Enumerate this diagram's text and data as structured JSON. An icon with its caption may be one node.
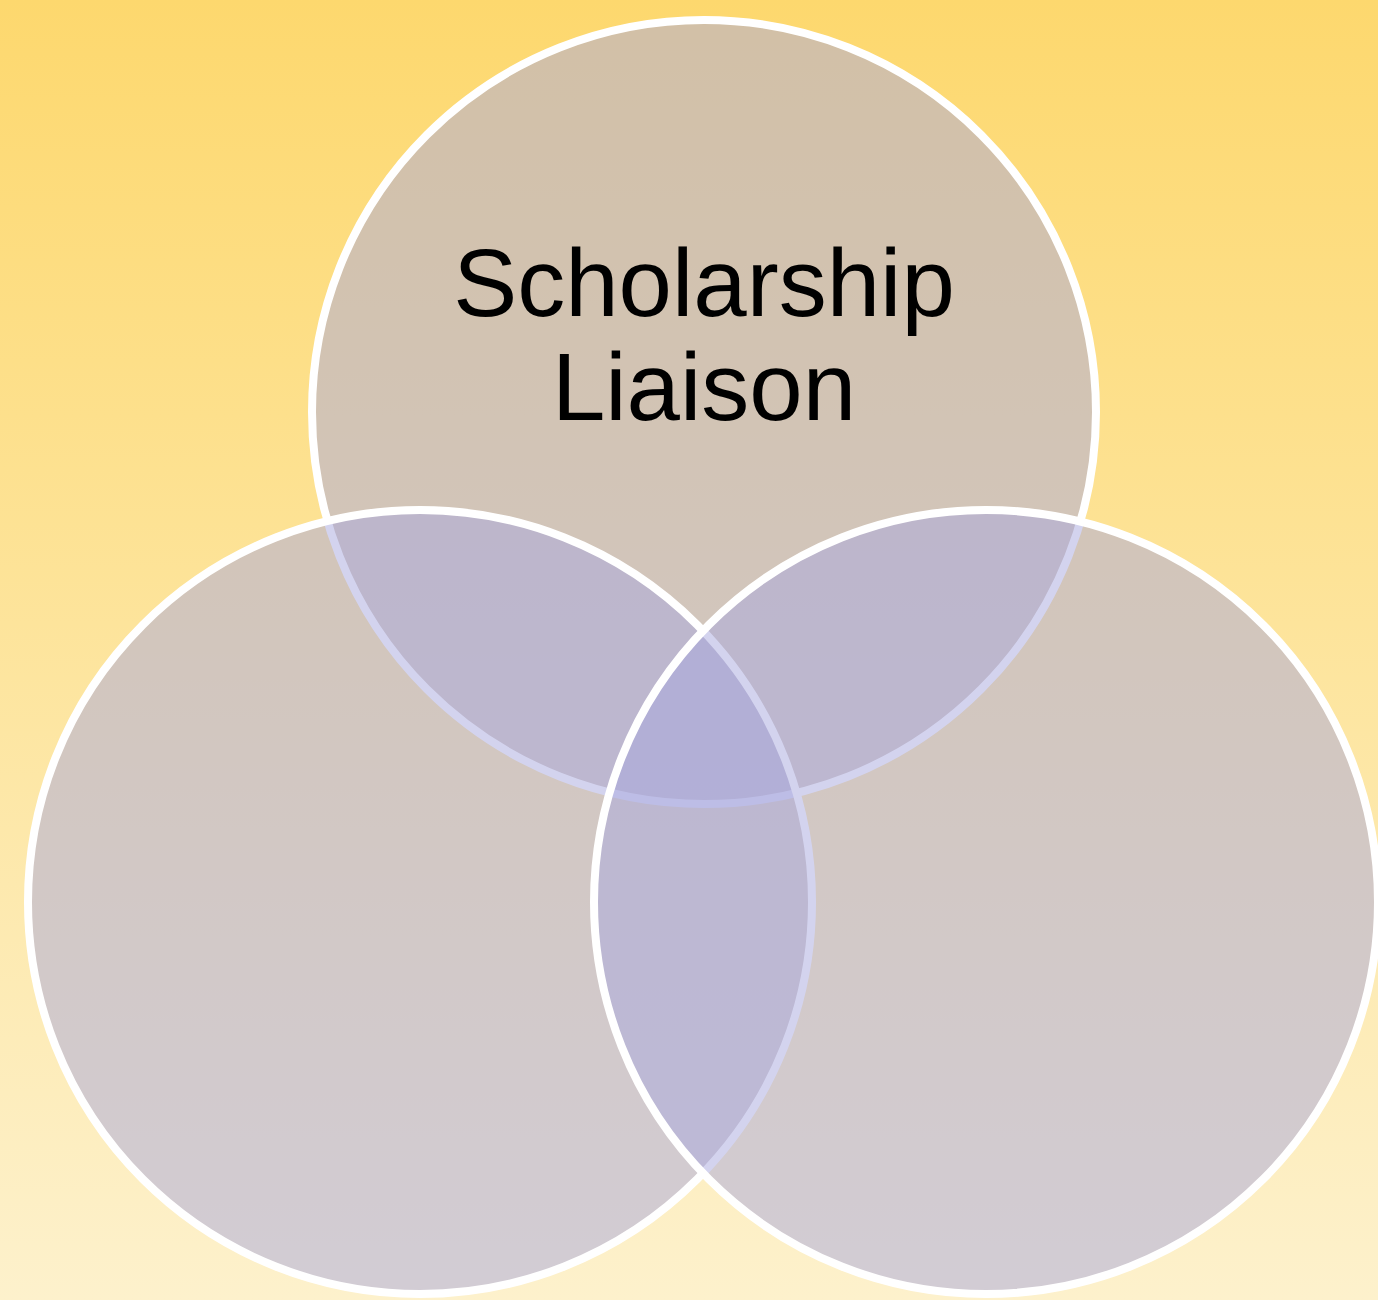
{
  "diagram": {
    "nodes": [
      {
        "text": [
          "Scholarship Liaison"
        ]
      },
      {
        "text": [],
        "shape": "circle"
      },
      {
        "text": [],
        "shape": "circle"
      }
    ],
    "edges": []
  }
}
